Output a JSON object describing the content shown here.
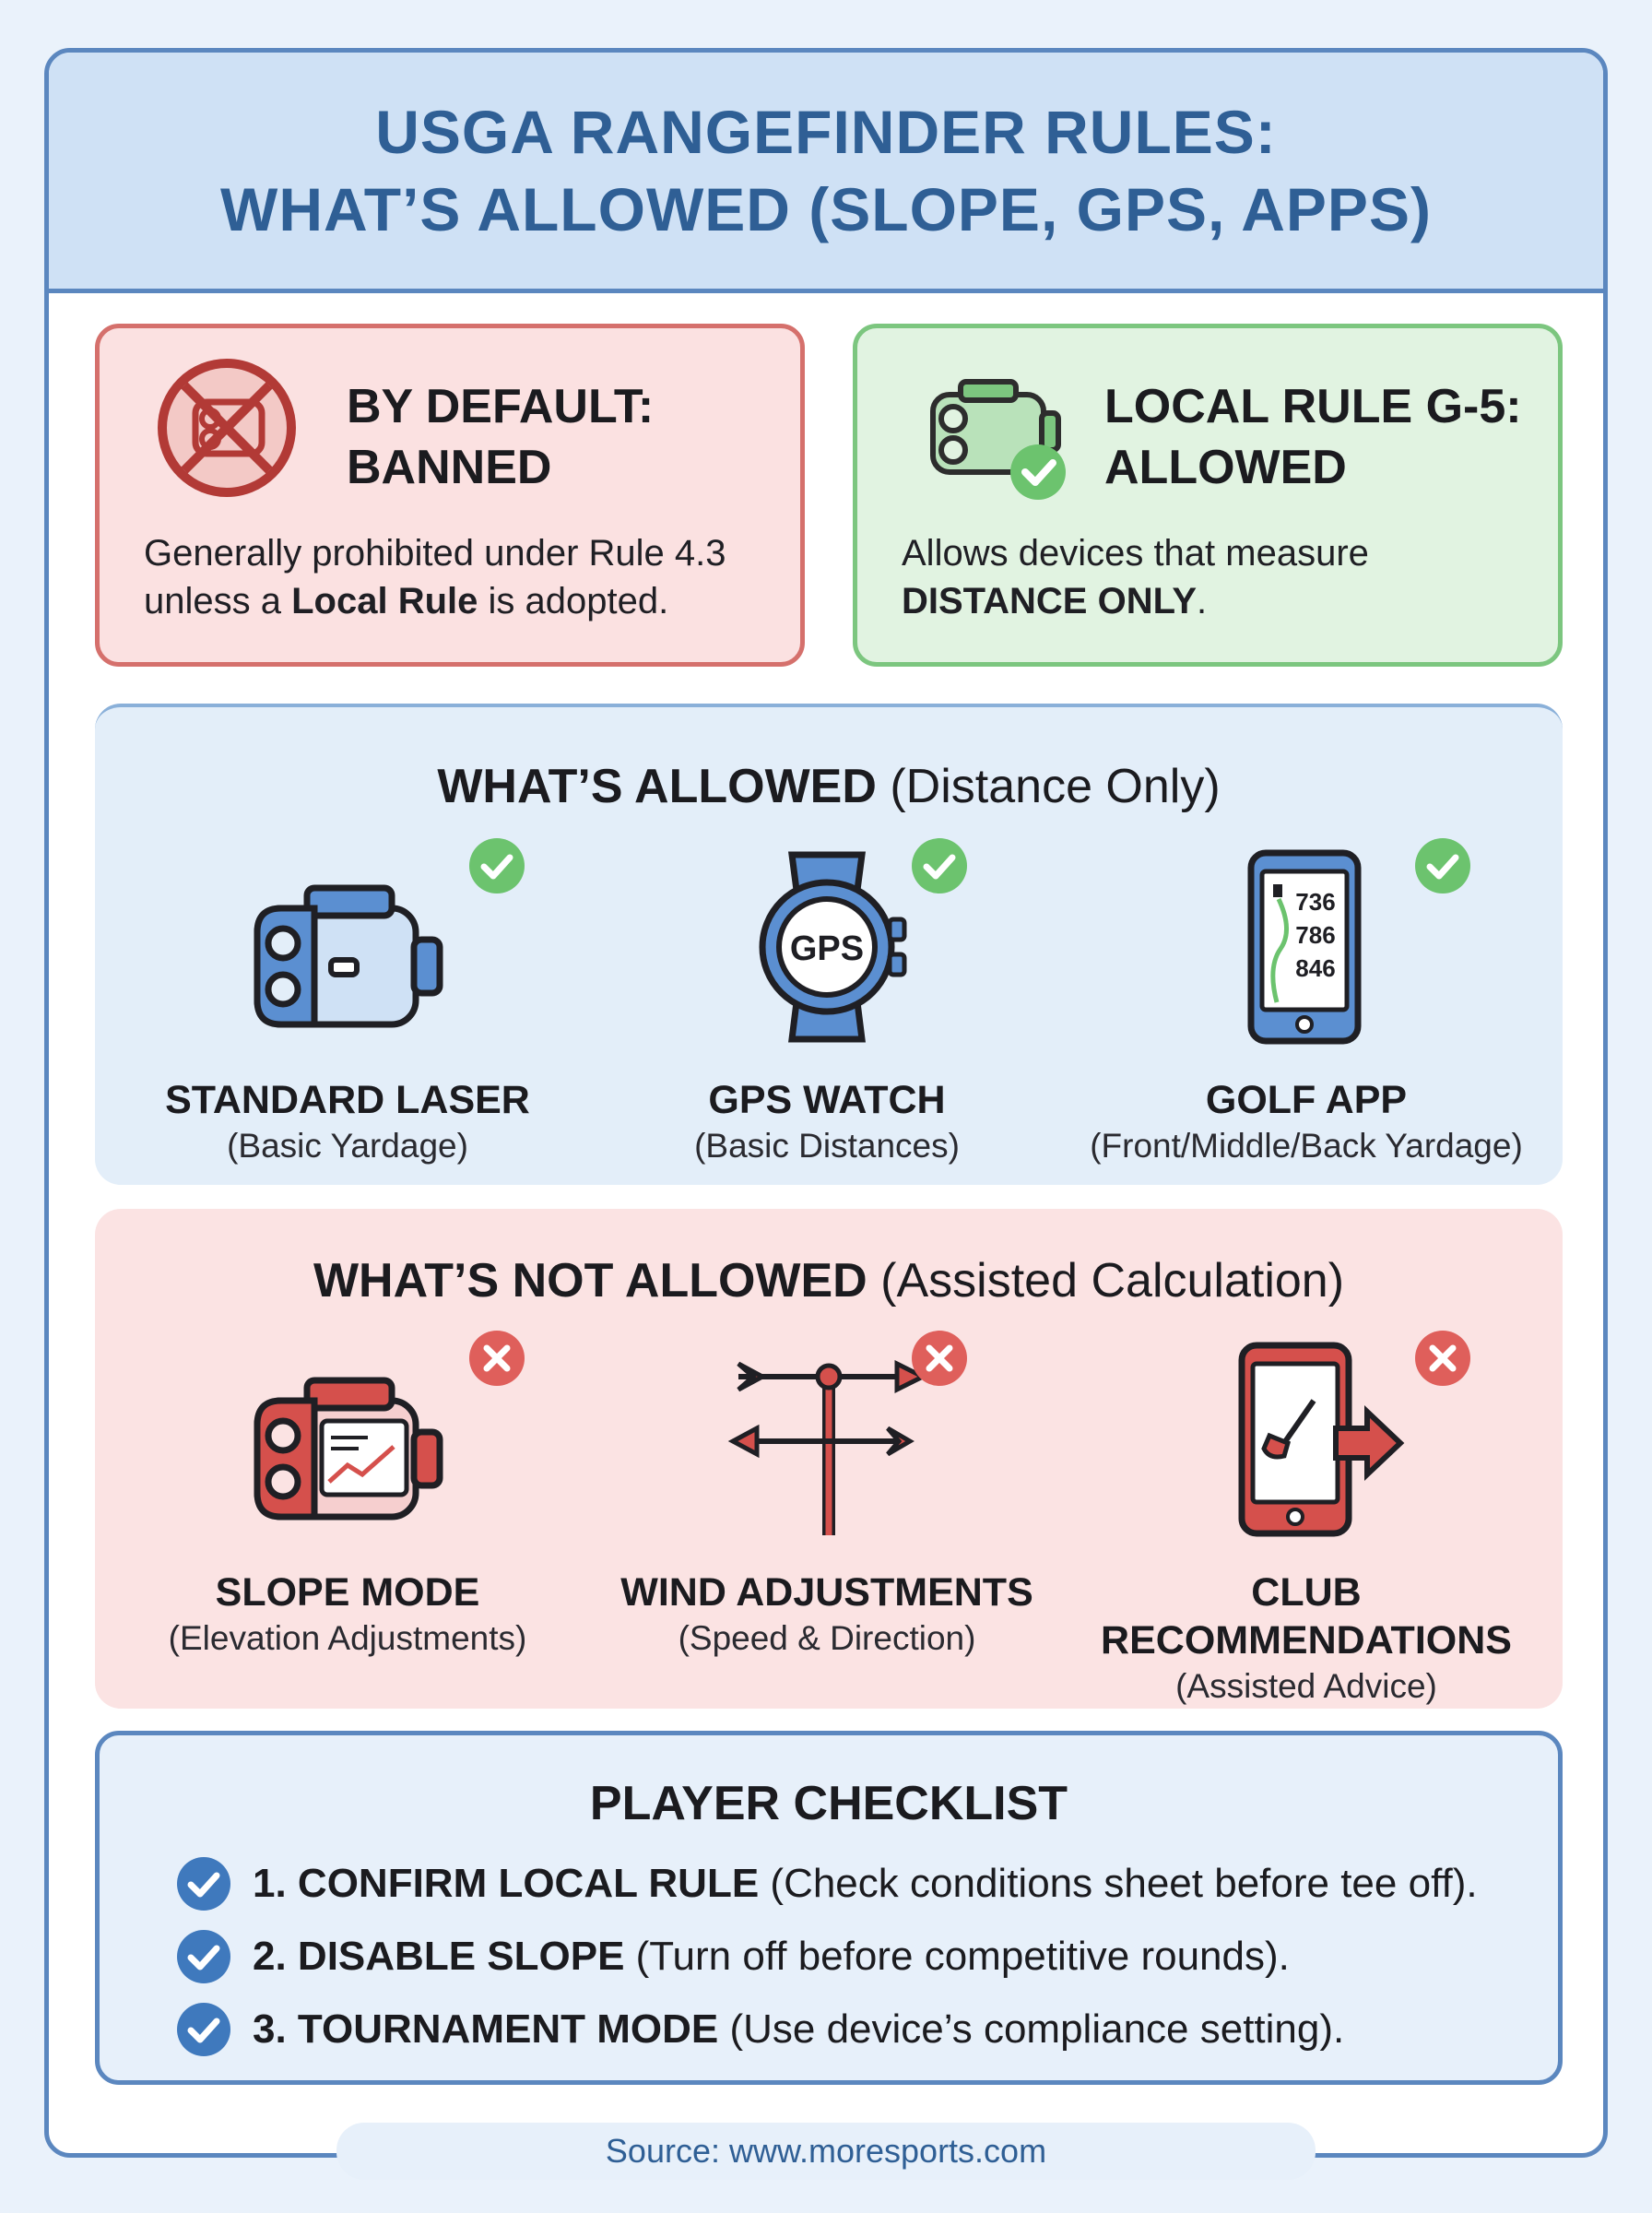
{
  "header": {
    "title_line1": "USGA RANGEFINDER RULES:",
    "title_line2": "WHAT’S ALLOWED (SLOPE, GPS, APPS)"
  },
  "default_box": {
    "title_line1": "BY DEFAULT:",
    "title_line2": "BANNED",
    "desc_pre": "Generally prohibited under Rule 4.3",
    "desc_line2_pre": "unless a ",
    "desc_bold": "Local Rule",
    "desc_post": " is adopted.",
    "icon": "no-rangefinder-icon"
  },
  "local_rule_box": {
    "title_line1": "LOCAL RULE G-5:",
    "title_line2": "ALLOWED",
    "desc_line1": "Allows devices that measure",
    "desc_bold": "DISTANCE ONLY",
    "desc_post": ".",
    "icon": "rangefinder-check-icon"
  },
  "allowed_section": {
    "title_bold": "WHAT’S ALLOWED",
    "title_rest": " (Distance Only)",
    "items": [
      {
        "name": "STANDARD LASER",
        "sub": "(Basic Yardage)",
        "icon": "laser-rangefinder-icon"
      },
      {
        "name": "GPS WATCH",
        "sub": "(Basic Distances)",
        "icon": "gps-watch-icon",
        "icon_text": "GPS"
      },
      {
        "name": "GOLF APP",
        "sub": "(Front/Middle/Back Yardage)",
        "icon": "golf-app-phone-icon",
        "icon_numbers": [
          "736",
          "786",
          "846"
        ]
      }
    ]
  },
  "not_allowed_section": {
    "title_bold": "WHAT’S NOT ALLOWED",
    "title_rest": " (Assisted Calculation)",
    "items": [
      {
        "name": "SLOPE MODE",
        "sub": "(Elevation Adjustments)",
        "icon": "slope-rangefinder-icon"
      },
      {
        "name": "WIND ADJUSTMENTS",
        "sub": "(Speed & Direction)",
        "icon": "weathervane-icon"
      },
      {
        "name_line1": "CLUB",
        "name_line2": "RECOMMENDATIONS",
        "sub": "(Assisted Advice)",
        "icon": "club-phone-icon"
      }
    ]
  },
  "checklist": {
    "title": "PLAYER CHECKLIST",
    "items": [
      {
        "bold": "1. CONFIRM LOCAL RULE",
        "rest": " (Check conditions sheet before tee off)."
      },
      {
        "bold": "2. DISABLE SLOPE",
        "rest": " (Turn off before competitive rounds)."
      },
      {
        "bold": "3. TOURNAMENT MODE",
        "rest": " (Use device’s compliance setting)."
      }
    ]
  },
  "source": "Source: www.moresports.com",
  "colors": {
    "blue": "#5b87bf",
    "title_blue": "#2f5f95",
    "red": "#d5706c",
    "green": "#7cc67f",
    "check_green": "#6cc36e",
    "x_red": "#df5f5b",
    "check_blue": "#3f79bd"
  }
}
